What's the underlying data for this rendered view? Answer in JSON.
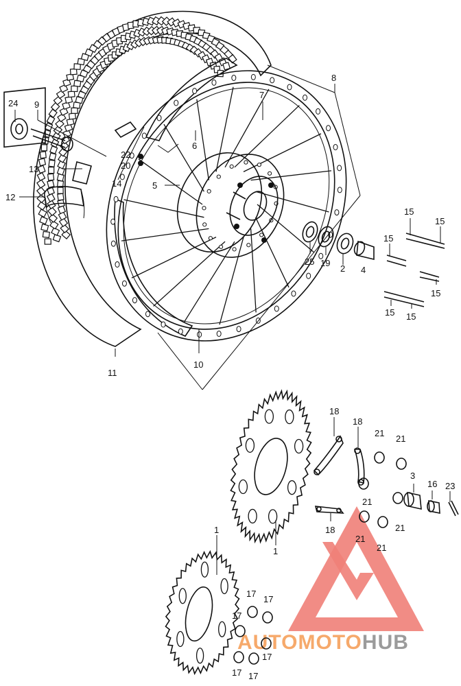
{
  "callouts": [
    {
      "id": "24",
      "text": "24"
    },
    {
      "id": "9",
      "text": "9"
    },
    {
      "id": "14",
      "text": "14"
    },
    {
      "id": "22",
      "text": "22"
    },
    {
      "id": "20",
      "text": "20"
    },
    {
      "id": "13",
      "text": "13"
    },
    {
      "id": "12",
      "text": "12"
    },
    {
      "id": "6",
      "text": "6"
    },
    {
      "id": "7",
      "text": "7"
    },
    {
      "id": "8",
      "text": "8"
    },
    {
      "id": "5",
      "text": "5"
    },
    {
      "id": "11",
      "text": "11"
    },
    {
      "id": "10",
      "text": "10"
    },
    {
      "id": "25",
      "text": "25"
    },
    {
      "id": "19",
      "text": "19"
    },
    {
      "id": "2",
      "text": "2"
    },
    {
      "id": "4",
      "text": "4"
    },
    {
      "id": "15a",
      "text": "15"
    },
    {
      "id": "15b",
      "text": "15"
    },
    {
      "id": "15c",
      "text": "15"
    },
    {
      "id": "15d",
      "text": "15"
    },
    {
      "id": "15e",
      "text": "15"
    },
    {
      "id": "15f",
      "text": "15"
    },
    {
      "id": "18a",
      "text": "18"
    },
    {
      "id": "18b",
      "text": "18"
    },
    {
      "id": "18c",
      "text": "18"
    },
    {
      "id": "21a",
      "text": "21"
    },
    {
      "id": "21b",
      "text": "21"
    },
    {
      "id": "21c",
      "text": "21"
    },
    {
      "id": "21d",
      "text": "21"
    },
    {
      "id": "21e",
      "text": "21"
    },
    {
      "id": "21f",
      "text": "21"
    },
    {
      "id": "3",
      "text": "3"
    },
    {
      "id": "16",
      "text": "16"
    },
    {
      "id": "23",
      "text": "23"
    },
    {
      "id": "1a",
      "text": "1"
    },
    {
      "id": "1b",
      "text": "1"
    },
    {
      "id": "17a",
      "text": "17"
    },
    {
      "id": "17b",
      "text": "17"
    },
    {
      "id": "17c",
      "text": "17"
    },
    {
      "id": "17d",
      "text": "17"
    },
    {
      "id": "17e",
      "text": "17"
    },
    {
      "id": "17f",
      "text": "17"
    }
  ],
  "watermark": {
    "part1": "AUTO",
    "part2": "MOTO",
    "part3": "HUB",
    "triangle_color": "#f08078",
    "text_color_orange": "#f6a96b",
    "text_color_gray": "#9b9b9b"
  }
}
